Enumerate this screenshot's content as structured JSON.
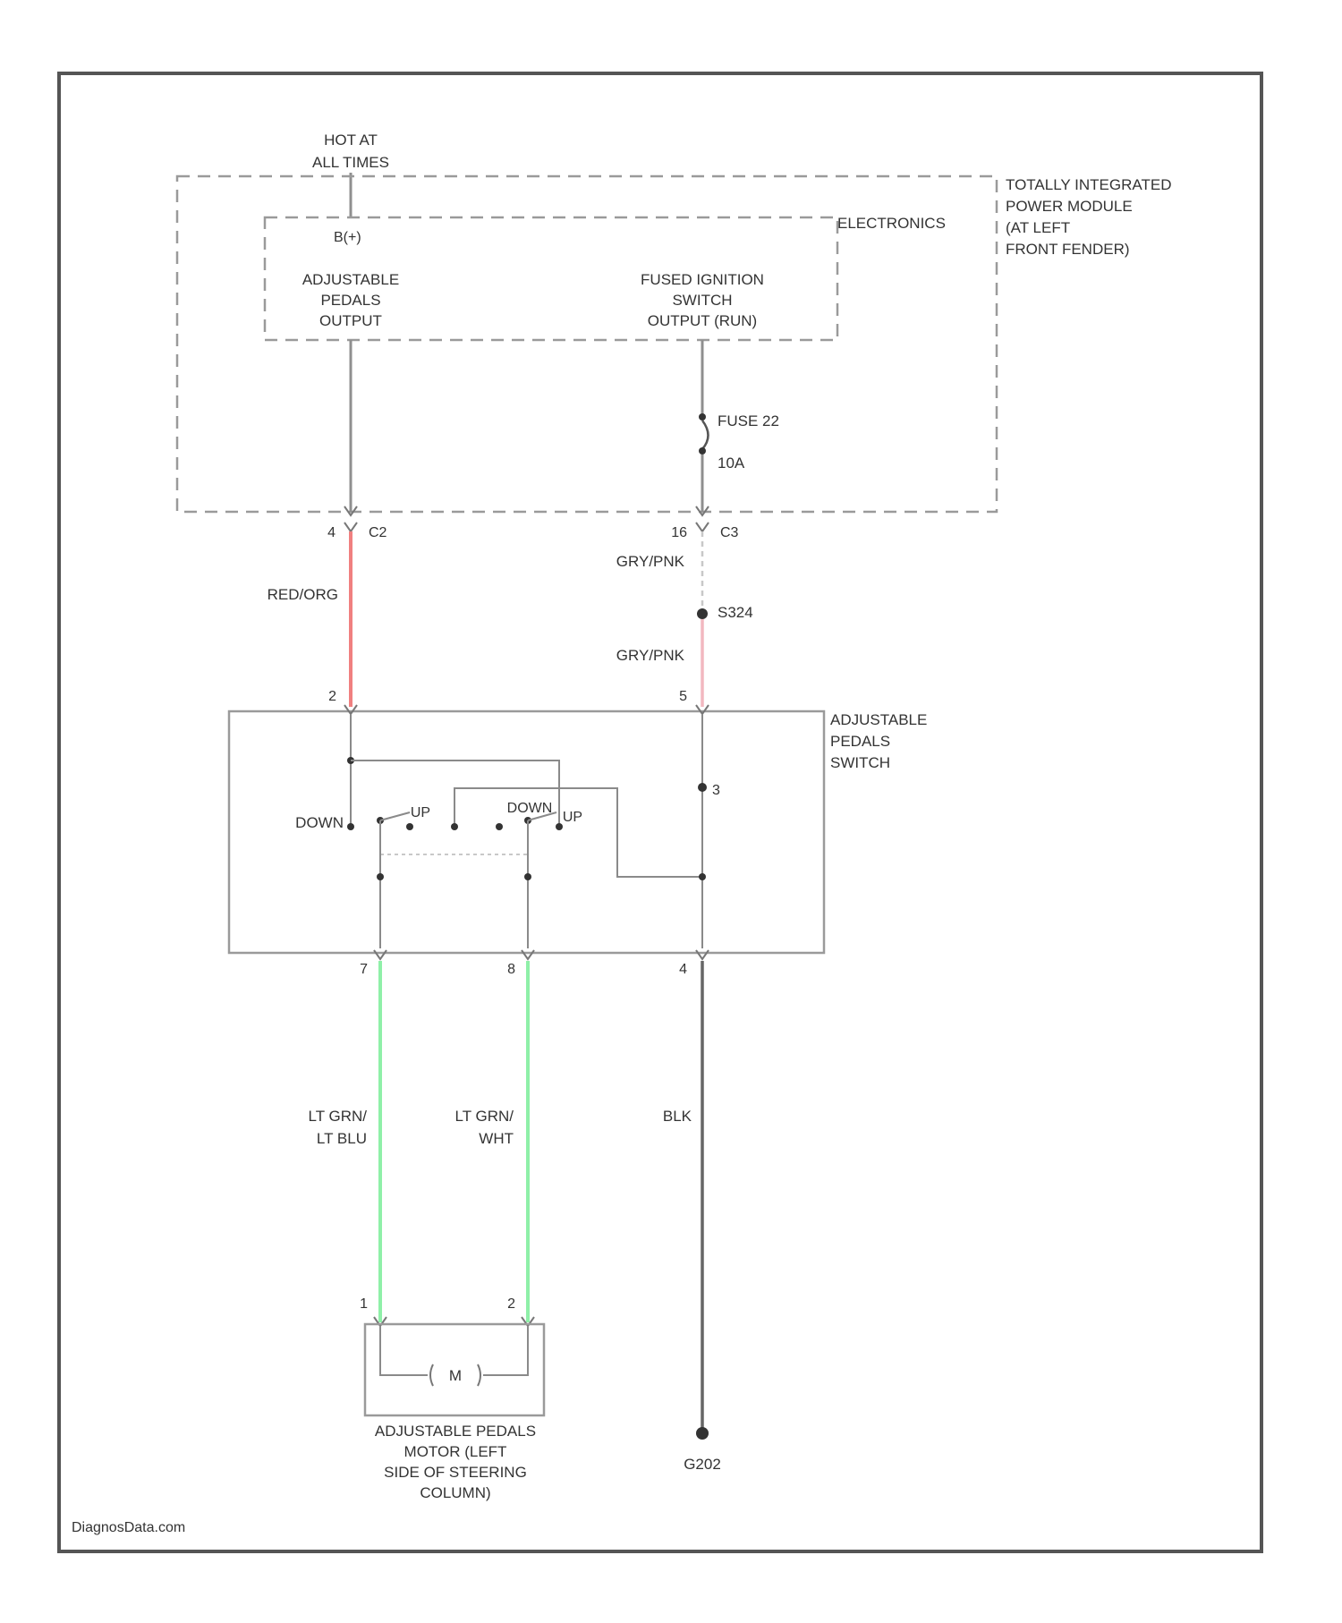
{
  "power_source": {
    "line1": "HOT AT",
    "line2": "ALL TIMES"
  },
  "tipm": {
    "name_lines": [
      "TOTALLY INTEGRATED",
      "POWER MODULE",
      "(AT LEFT",
      "FRONT FENDER)"
    ],
    "electronics_label": "ELECTRONICS",
    "input_label": "B(+)",
    "output_left_lines": [
      "ADJUSTABLE",
      "PEDALS",
      "OUTPUT"
    ],
    "output_right_lines": [
      "FUSED IGNITION",
      "SWITCH",
      "OUTPUT (RUN)"
    ],
    "fuse_name": "FUSE 22",
    "fuse_rating": "10A"
  },
  "connectors": {
    "left": {
      "pin": "4",
      "name": "C2"
    },
    "right": {
      "pin": "16",
      "name": "C3"
    }
  },
  "wires": {
    "red": {
      "label": "RED/ORG",
      "color": "#f08080"
    },
    "gry_pnk_upper": {
      "label": "GRY/PNK"
    },
    "gry_pnk_lower": {
      "label": "GRY/PNK",
      "color": "#f2b8c0"
    },
    "splice": "S324",
    "lt_grn_blu": {
      "label_lines": [
        "LT GRN/",
        "LT BLU"
      ],
      "color": "#8ff0a8"
    },
    "lt_grn_wht": {
      "label_lines": [
        "LT GRN/",
        "WHT"
      ],
      "color": "#8ff0a8"
    },
    "blk": {
      "label": "BLK",
      "color": "#666666"
    }
  },
  "switch": {
    "name_lines": [
      "ADJUSTABLE",
      "PEDALS",
      "SWITCH"
    ],
    "pins_top": [
      "2",
      "5"
    ],
    "pins_bottom": [
      "7",
      "8",
      "4"
    ],
    "labels": {
      "down": "DOWN",
      "up1": "UP",
      "down2": "DOWN",
      "up2": "UP",
      "lamp": "3"
    }
  },
  "motor": {
    "symbol": "M",
    "pins": [
      "1",
      "2"
    ],
    "name_lines": [
      "ADJUSTABLE PEDALS",
      "MOTOR (LEFT",
      "SIDE OF STEERING",
      "COLUMN)"
    ]
  },
  "ground": {
    "label": "G202"
  },
  "footer": {
    "watermark": "DiagnosData.com"
  }
}
